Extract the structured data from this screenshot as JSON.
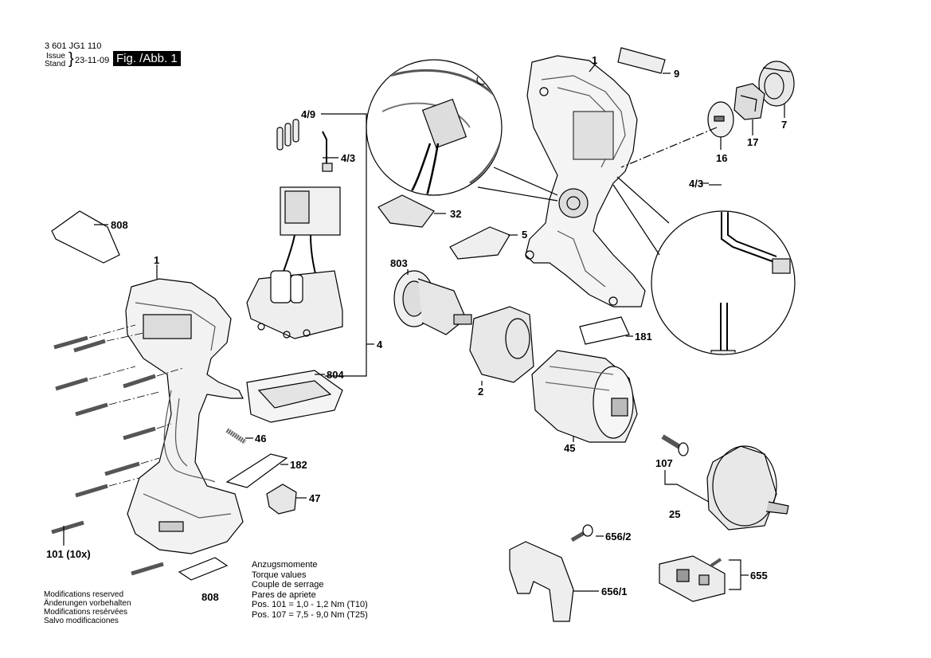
{
  "header": {
    "part_number": "3 601 JG1 110",
    "issue_label_1": "Issue",
    "issue_label_2": "Stand",
    "date": "23-11-09",
    "figure": "Fig. /Abb. 1"
  },
  "labels": {
    "p1_top": "1",
    "p9": "9",
    "p7": "7",
    "p17": "17",
    "p16": "16",
    "p49": "4/9",
    "p43_a": "4/3",
    "p43_b": "4/3",
    "p808_a": "808",
    "p808_b": "808",
    "p1_left": "1",
    "p32": "32",
    "p5": "5",
    "p803": "803",
    "p181": "181",
    "p4": "4",
    "p804": "804",
    "p2": "2",
    "p45": "45",
    "p46": "46",
    "p107": "107",
    "p182": "182",
    "p47": "47",
    "p25": "25",
    "p101": "101 (10x)",
    "p656_2": "656/2",
    "p656_1": "656/1",
    "p655": "655"
  },
  "torque": {
    "line1": "Anzugsmomente",
    "line2": "Torque values",
    "line3": "Couple de serrage",
    "line4": "Pares de apriete",
    "line5": "Pos. 101  =  1,0 - 1,2 Nm (T10)",
    "line6": "Pos. 107  =  7,5 - 9,0 Nm (T25)"
  },
  "modifications": {
    "line1": "Modifications reserved",
    "line2": "Änderungen vorbehalten",
    "line3": "Modifications resérvées",
    "line4": "Salvo modificaciones"
  }
}
